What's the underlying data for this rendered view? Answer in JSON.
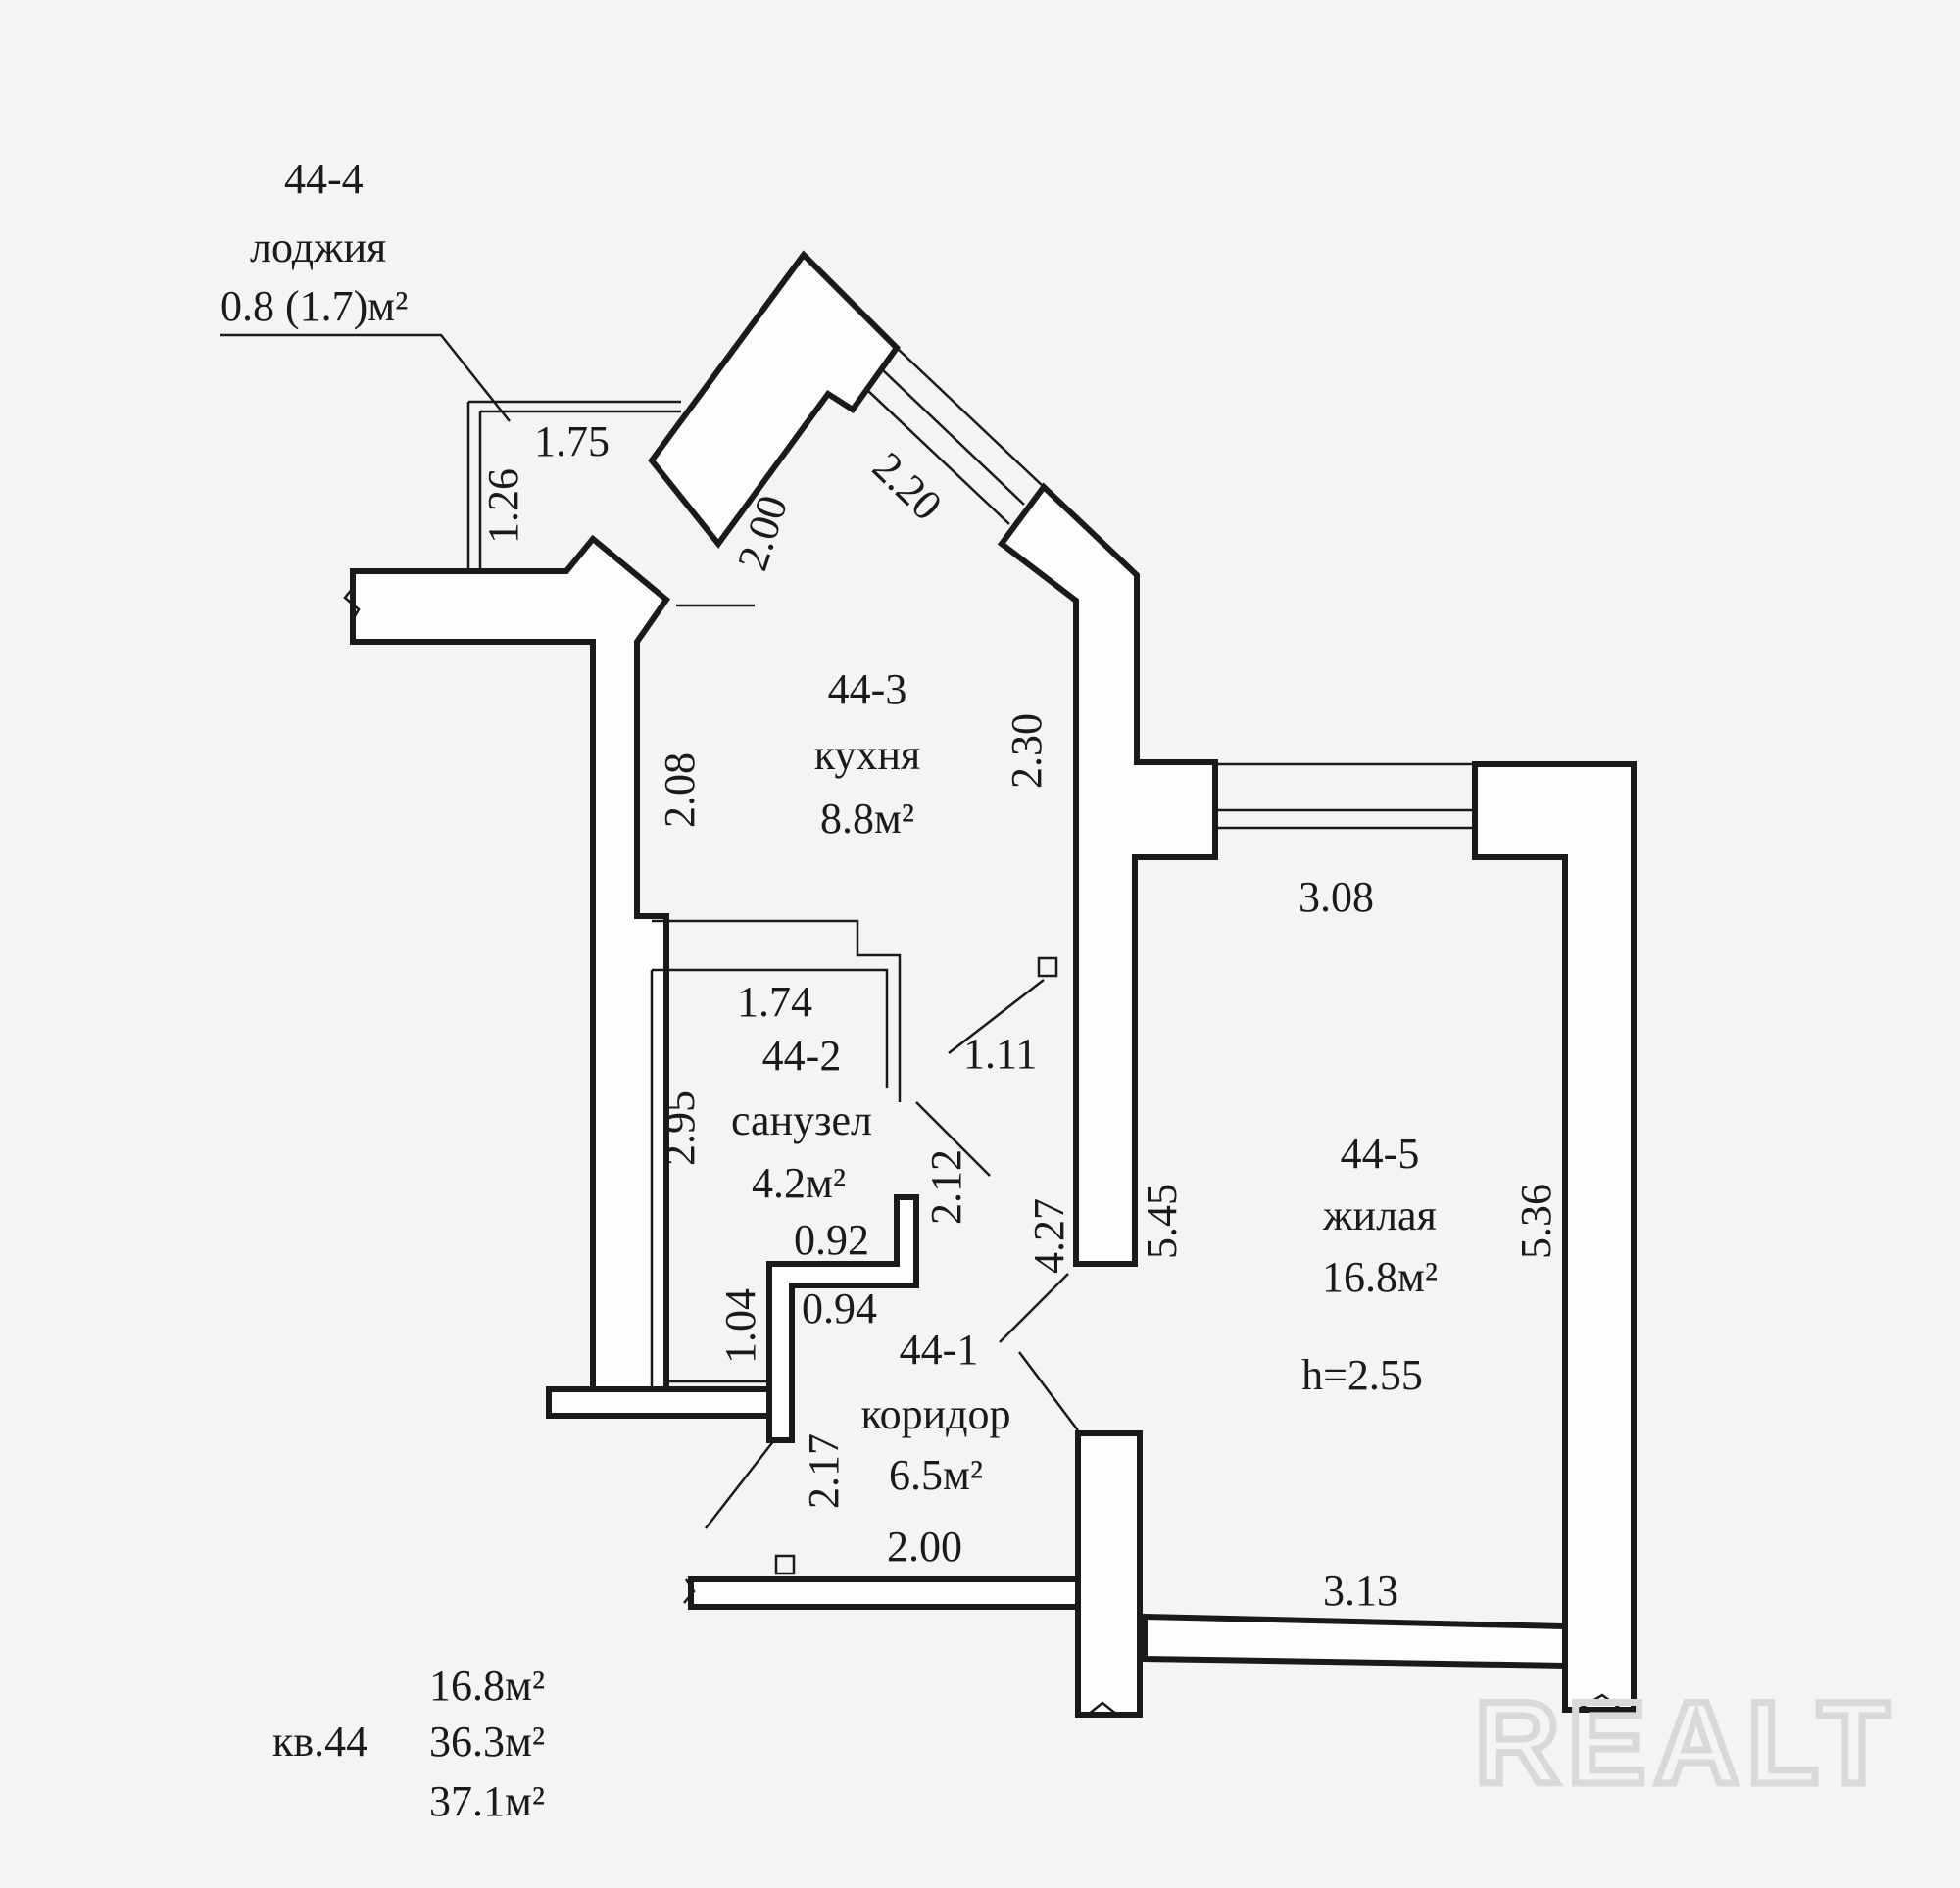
{
  "rooms": {
    "loggia": {
      "id": "44-4",
      "name": "лоджия",
      "area": "0.8 (1.7)м²"
    },
    "kitchen": {
      "id": "44-3",
      "name": "кухня",
      "area": "8.8м²"
    },
    "bathroom": {
      "id": "44-2",
      "name": "санузел",
      "area": "4.2м²"
    },
    "corridor": {
      "id": "44-1",
      "name": "коридор",
      "area": "6.5м²"
    },
    "living": {
      "id": "44-5",
      "name": "жилая",
      "area": "16.8м²",
      "height": "h=2.55"
    }
  },
  "dimensions": {
    "loggia_width": "1.75",
    "loggia_depth": "1.26",
    "kitchen_window_side": "2.00",
    "kitchen_window": "2.20",
    "kitchen_left": "2.08",
    "kitchen_right": "2.30",
    "bath_top": "1.74",
    "door_1": "1.11",
    "bath_left": "2.95",
    "bath_right": "2.12",
    "corridor_wall": "4.27",
    "niche_top": "0.92",
    "niche_bottom": "0.94",
    "niche_side": "1.04",
    "corridor_entry": "2.17",
    "corridor_bottom": "2.00",
    "living_top": "3.08",
    "living_left": "5.45",
    "living_right": "5.36",
    "living_bottom": "3.13"
  },
  "summary": {
    "apartment": "кв.44",
    "living_area": "16.8м²",
    "total_area": "36.3м²",
    "total_with_loggia": "37.1м²"
  },
  "watermark": "REALT"
}
